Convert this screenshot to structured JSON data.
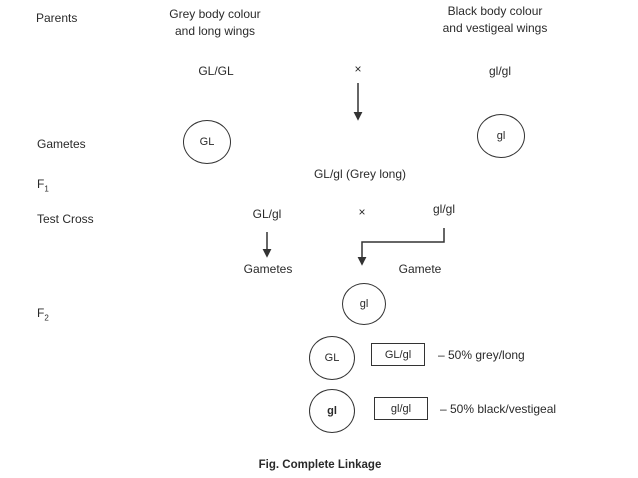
{
  "labels": {
    "parents": "Parents",
    "gametes": "Gametes",
    "f1": "F",
    "f1_sub": "1",
    "test_cross": "Test Cross",
    "f2": "F",
    "f2_sub": "2"
  },
  "parents": {
    "left_line1": "Grey body colour",
    "left_line2": "and long wings",
    "right_line1": "Black body colour",
    "right_line2": "and vestigeal wings",
    "left_genotype": "GL/GL",
    "cross_sign": "×",
    "right_genotype": "gl/gl"
  },
  "gametes": {
    "left": "GL",
    "right": "gl"
  },
  "f1": {
    "text": "GL/gl (Grey long)"
  },
  "test_cross": {
    "left": "GL/gl",
    "cross_sign": "×",
    "right": "gl/gl",
    "left_gametes": "Gametes",
    "right_gamete": "Gamete"
  },
  "f2": {
    "gamete": "gl",
    "rows": [
      {
        "gamete": "GL",
        "genotype": "GL/gl",
        "result": "– 50% grey/long"
      },
      {
        "gamete": "gl",
        "genotype": "gl/gl",
        "result": "– 50% black/vestigeal"
      }
    ]
  },
  "caption": "Fig. Complete Linkage"
}
